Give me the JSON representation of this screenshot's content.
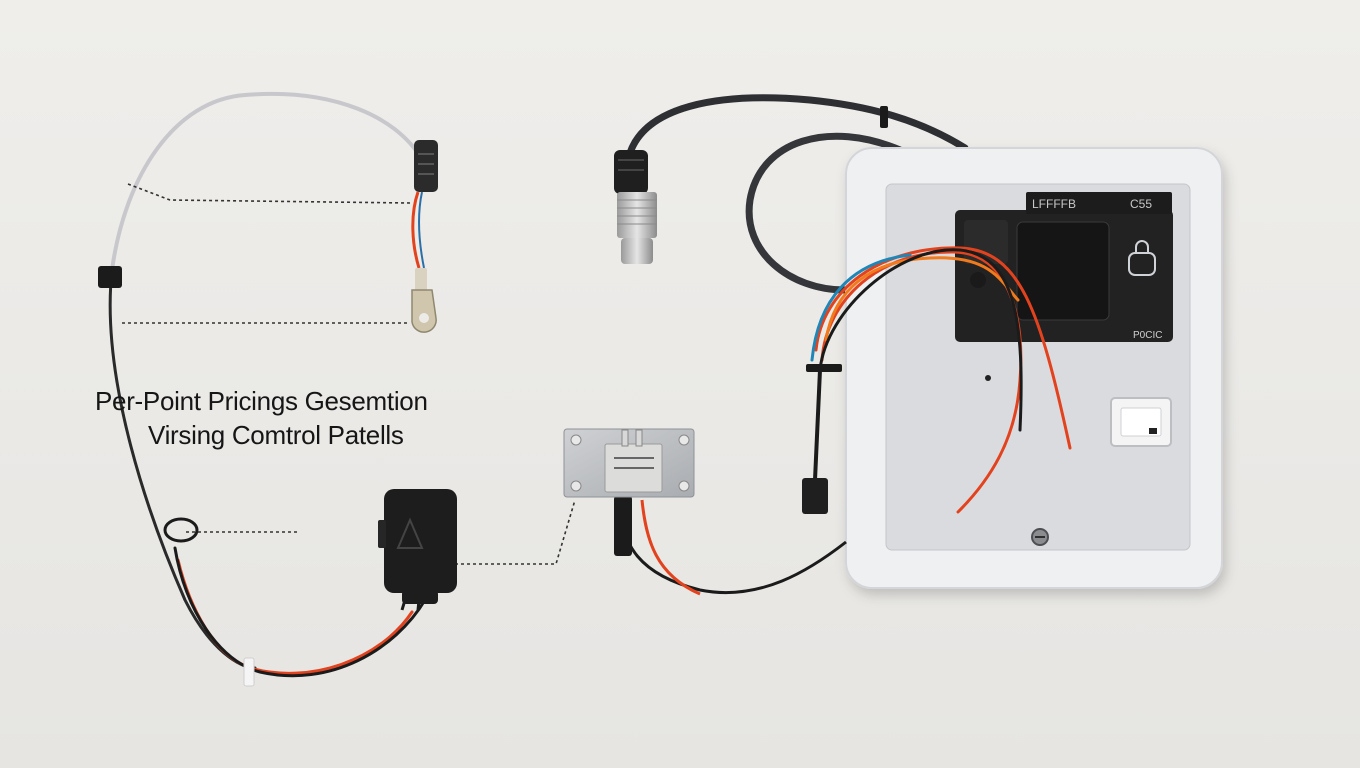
{
  "caption": {
    "line1": "Per-Point Pricings Gesemtion",
    "line2": "Virsing Comtrol Patells"
  },
  "device": {
    "display_label_left": "LFFFFB",
    "display_label_right": "C55",
    "panel_label": "P0CIC"
  },
  "colors": {
    "background": "#ecebe8",
    "enclosure": "#eff0f2",
    "panel": "#dadbde",
    "wire_black": "#1b1b1b",
    "wire_red": "#e2431e",
    "wire_orange": "#f07a1c",
    "wire_blue": "#1f86b8",
    "cable_grey": "#c8c8cc",
    "leader_line": "#333333"
  },
  "icons": [
    "lock-icon",
    "ring-terminal",
    "relay-module",
    "sensor-probe",
    "black-box-module",
    "push-button"
  ]
}
